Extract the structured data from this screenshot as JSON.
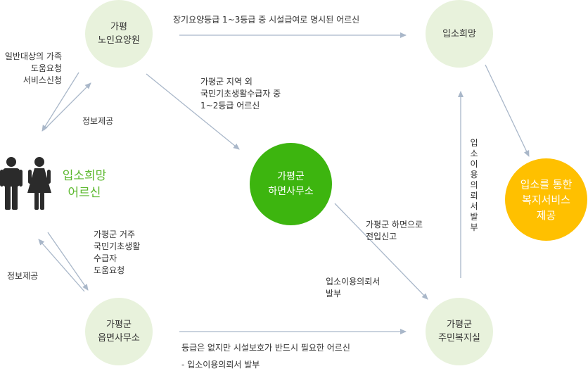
{
  "nodes": {
    "nursing_home": "가평\n노인요양원",
    "admission_wish_top": "입소희망",
    "district_office": "가평군\n하면사무소",
    "welfare_service": "입소를 통한\n복지서비스\n제공",
    "town_office": "가평군\n읍면사무소",
    "community_center": "가평군\n주민복지실"
  },
  "person": {
    "title": "입소희망\n어르신"
  },
  "labels": {
    "top_arrow": "장기요양등급 1~3등급 중 시설급여로 명시된 어르신",
    "general_family": "일반대상의 가족\n도움요청\n서비스신청",
    "info_upper": "정보제공",
    "outside_region": "가평군 지역 외\n국민기초생활수급자 중\n1~2등급 어르신",
    "residents": "가평군 거주\n국민기초생활\n수급자\n도움요청",
    "info_lower": "정보제공",
    "transfer": "가평군 하면으로\n전입신고",
    "issue_form": "입소이용의뢰서\n발부",
    "bottom_arrow_line1": "등급은 없지만 시설보호가 반드시 필요한 어르신",
    "bottom_arrow_line2": "- 입소이용의뢰서 발부",
    "vertical": "입소이용의뢰서발부"
  },
  "colors": {
    "node_fill": "#e8f2dc",
    "green": "#3db50f",
    "yellow": "#ffc000",
    "arrow": "#a9b7c9",
    "person": "#2b2b2b",
    "person_text": "#5bb82d"
  }
}
